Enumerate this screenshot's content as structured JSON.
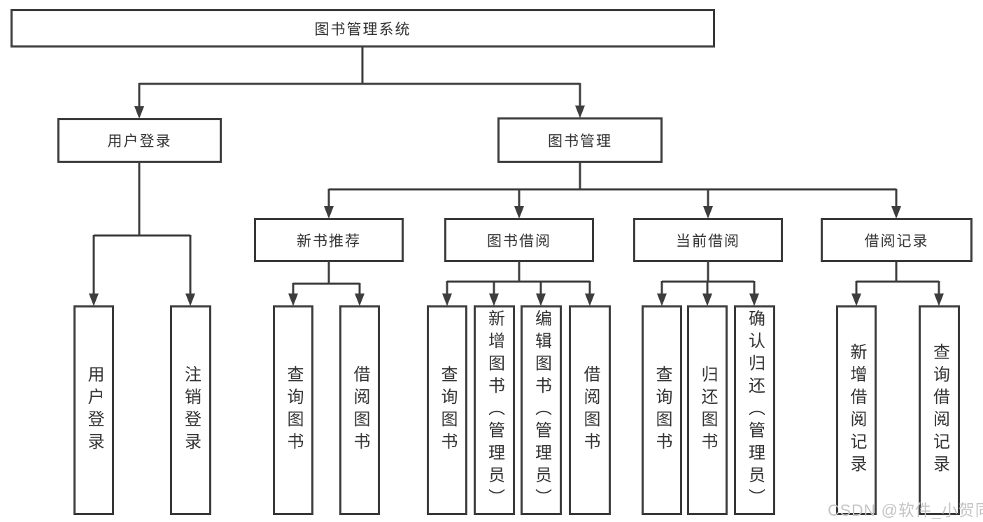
{
  "diagram": {
    "title": "图书管理系统",
    "level2": {
      "user_login": "用户登录",
      "book_management": "图书管理"
    },
    "level3": {
      "new_book_recommend": "新书推荐",
      "book_borrow": "图书借阅",
      "current_borrow": "当前借阅",
      "borrow_records": "借阅记录"
    },
    "leaves": {
      "user_login": "用户登录",
      "logout": "注销登录",
      "query_book_recommend": "查询图书",
      "borrow_book_recommend": "借阅图书",
      "query_book_borrow": "查询图书",
      "add_book_admin": "新增图书（管理员）",
      "edit_book_admin": "编辑图书（管理员）",
      "borrow_book_borrow": "借阅图书",
      "query_book_current": "查询图书",
      "return_book": "归还图书",
      "confirm_return_admin": "确认归还（管理员）",
      "add_borrow_record": "新增借阅记录",
      "query_borrow_record": "查询借阅记录"
    },
    "colors": {
      "line": "#3d3d3d",
      "text": "#333333"
    }
  },
  "watermark": {
    "text": "CSDN @软件_小贺同学",
    "color": "#c4c4c4"
  }
}
